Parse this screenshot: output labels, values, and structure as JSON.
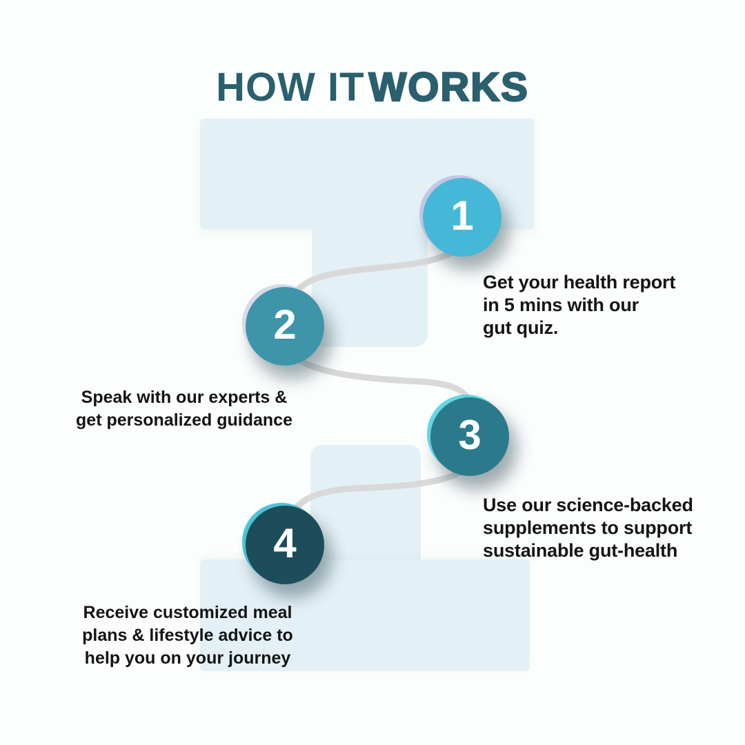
{
  "title": {
    "regular": "HOW IT",
    "heavy": "WORKS"
  },
  "steps": [
    {
      "number": "1",
      "color": "#45b8d8",
      "rim": "-5px -4px 0 rgba(186,184,223,0.75), 10px 18px 24px rgba(60,85,95,0.28)",
      "lines": [
        "Get your health report",
        "in 5 mins with our",
        "gut quiz."
      ]
    },
    {
      "number": "2",
      "color": "#3e95aa",
      "rim": "-5px -4px 0 rgba(210,216,228,0.9), 10px 18px 24px rgba(60,85,95,0.28)",
      "lines": [
        "Speak with our experts &",
        "get personalized guidance"
      ]
    },
    {
      "number": "3",
      "color": "#2a7a8c",
      "rim": "-5px -4px 0 rgba(73,207,224,0.85), 10px 18px 24px rgba(60,85,95,0.3)",
      "lines": [
        "Use our science-backed",
        "supplements to support",
        "sustainable gut-health"
      ]
    },
    {
      "number": "4",
      "color": "#1d4d5a",
      "rim": "-5px -4px 0 rgba(47,185,207,0.85), 10px 18px 24px rgba(60,85,95,0.3)",
      "lines": [
        "Receive customized meal",
        "plans & lifestyle advice to",
        "help you on your journey"
      ]
    }
  ],
  "colors": {
    "title": "#2a5f6e",
    "background_shape": "#e3f1f6",
    "connector": "#d9d9d9",
    "text": "#141414",
    "canvas": "#fcfdfd"
  }
}
